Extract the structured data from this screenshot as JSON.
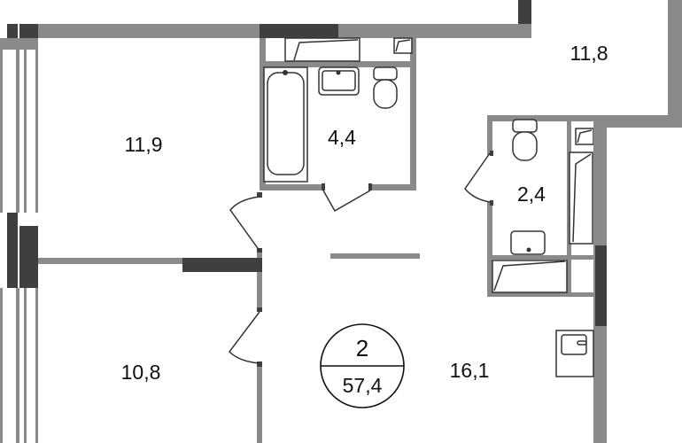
{
  "plan": {
    "rooms": {
      "bedroom_1_area": "11,9",
      "bathroom_area": "4,4",
      "room_top_right_area": "11,8",
      "wc_area": "2,4",
      "bedroom_2_area": "10,8",
      "living_kitchen_area": "16,1"
    },
    "badge": {
      "rooms_count": "2",
      "total_area": "57,4"
    },
    "colors": {
      "wall": "#8a8a8a",
      "load_bearing": "#3f3f3f"
    }
  }
}
